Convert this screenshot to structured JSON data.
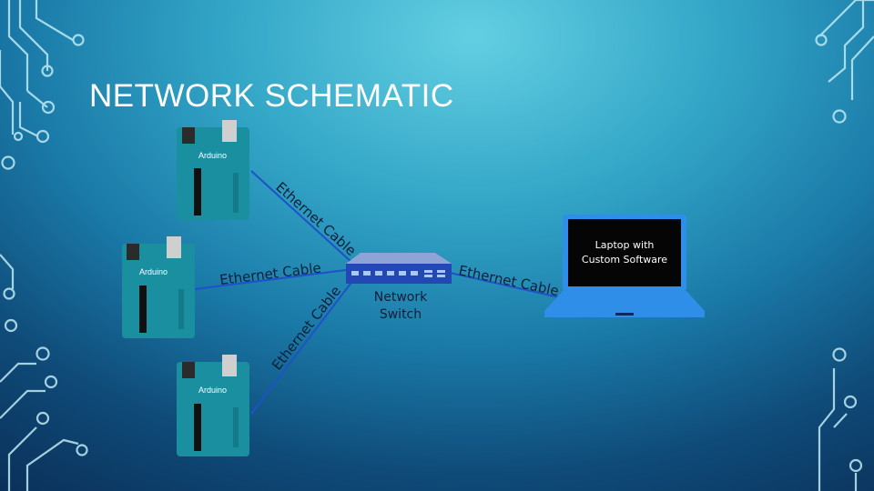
{
  "slide": {
    "title": "NETWORK SCHEMATIC"
  },
  "diagram": {
    "arduinos": [
      {
        "label": "Arduino"
      },
      {
        "label": "Arduino"
      },
      {
        "label": "Arduino"
      }
    ],
    "cables": [
      {
        "label": "Ethernet Cable"
      },
      {
        "label": "Ethernet Cable"
      },
      {
        "label": "Ethernet Cable"
      },
      {
        "label": "Ethernet Cable"
      }
    ],
    "switch": {
      "line1": "Network",
      "line2": "Switch"
    },
    "laptop": {
      "line1": "Laptop with",
      "line2": "Custom Software"
    }
  },
  "colors": {
    "board": "#1a8fa0",
    "cable": "#1e52c8",
    "laptop": "#2f8fe8",
    "label_text": "#0e1f3a"
  }
}
